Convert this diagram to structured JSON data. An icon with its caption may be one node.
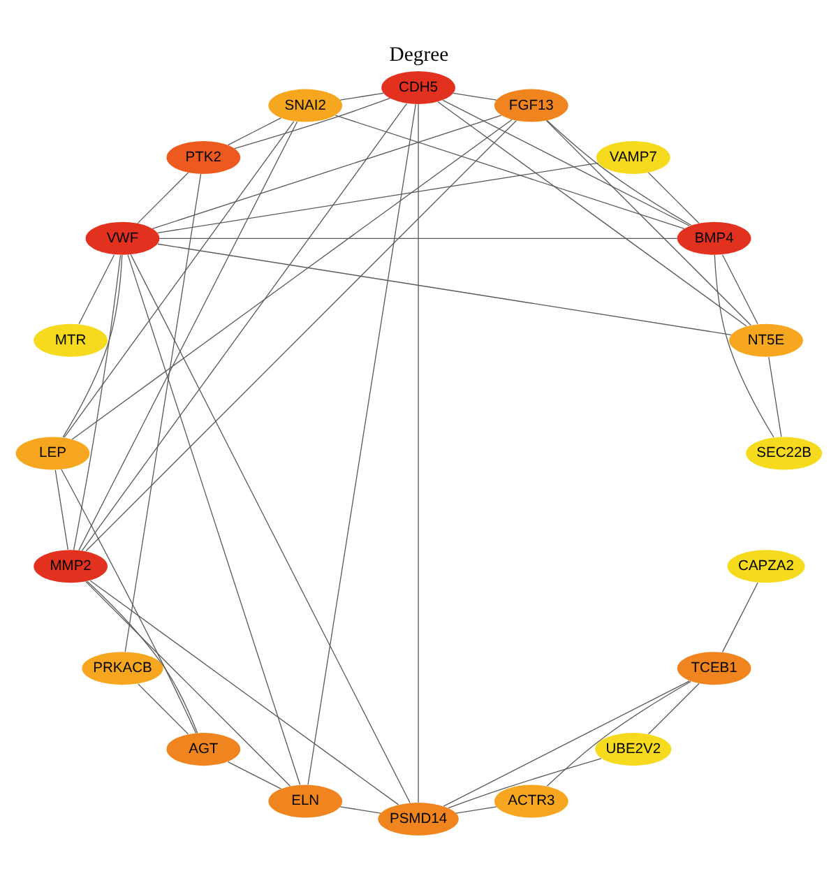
{
  "diagram": {
    "title": "Degree",
    "nodes": [
      {
        "text": [
          "SNAI2"
        ]
      },
      {
        "text": [
          "MMP2"
        ]
      },
      {
        "text": [
          "LEP"
        ]
      },
      {
        "text": [
          "ELN"
        ]
      },
      {
        "text": [
          "FGF13"
        ]
      },
      {
        "text": [
          "PTK2"
        ]
      },
      {
        "text": [
          "NT5E"
        ]
      },
      {
        "text": [
          "PRKACB"
        ]
      },
      {
        "text": [
          "SEC22B"
        ]
      },
      {
        "text": [
          "UBE2V2"
        ]
      },
      {
        "text": [
          "ACTR3"
        ]
      },
      {
        "text": [
          "BMP4"
        ]
      },
      {
        "text": [
          "TCEB1"
        ]
      },
      {
        "text": [
          "VAMP7"
        ]
      },
      {
        "text": [
          "CAPZA2"
        ]
      },
      {
        "text": [
          "MTR"
        ]
      },
      {
        "text": [
          "AGT"
        ]
      },
      {
        "text": [
          "VWF"
        ]
      },
      {
        "text": [
          "CDH5"
        ]
      },
      {
        "text": [
          "PSMD14"
        ]
      }
    ],
    "edges": [
      {
        "from": 0,
        "to": 1,
        "arrow": "none"
      },
      {
        "from": 0,
        "to": 2,
        "arrow": "none"
      },
      {
        "from": 0,
        "to": 11,
        "arrow": "none"
      },
      {
        "from": 0,
        "to": 18,
        "arrow": "none"
      },
      {
        "from": 0,
        "to": 5,
        "arrow": "none"
      },
      {
        "from": 2,
        "to": 1,
        "arrow": "none"
      },
      {
        "from": 2,
        "to": 17,
        "arrow": "none"
      },
      {
        "from": 2,
        "to": 16,
        "arrow": "none"
      },
      {
        "from": 1,
        "to": 3,
        "arrow": "none"
      },
      {
        "from": 1,
        "to": 18,
        "arrow": "none"
      },
      {
        "from": 1,
        "to": 16,
        "arrow": "none"
      },
      {
        "from": 1,
        "to": 19,
        "arrow": "none"
      },
      {
        "from": 1,
        "to": 17,
        "arrow": "none"
      },
      {
        "from": 4,
        "to": 2,
        "arrow": "none"
      },
      {
        "from": 4,
        "to": 1,
        "arrow": "none"
      },
      {
        "from": 4,
        "to": 6,
        "arrow": "none"
      },
      {
        "from": 4,
        "to": 11,
        "arrow": "none"
      },
      {
        "from": 4,
        "to": 17,
        "arrow": "none"
      },
      {
        "from": 4,
        "to": 18,
        "arrow": "none"
      },
      {
        "from": 3,
        "to": 19,
        "arrow": "none"
      },
      {
        "from": 3,
        "to": 18,
        "arrow": "none"
      },
      {
        "from": 3,
        "to": 16,
        "arrow": "none"
      },
      {
        "from": 3,
        "to": 17,
        "arrow": "none"
      },
      {
        "from": 5,
        "to": 7,
        "arrow": "none"
      },
      {
        "from": 5,
        "to": 17,
        "arrow": "none"
      },
      {
        "from": 5,
        "to": 18,
        "arrow": "none"
      },
      {
        "from": 6,
        "to": 8,
        "arrow": "none"
      },
      {
        "from": 6,
        "to": 11,
        "arrow": "none"
      },
      {
        "from": 6,
        "to": 17,
        "arrow": "none"
      },
      {
        "from": 6,
        "to": 18,
        "arrow": "none"
      },
      {
        "from": 7,
        "to": 16,
        "arrow": "none"
      },
      {
        "from": 8,
        "to": 11,
        "arrow": "none"
      },
      {
        "from": 9,
        "to": 19,
        "arrow": "none"
      },
      {
        "from": 9,
        "to": 12,
        "arrow": "none"
      },
      {
        "from": 10,
        "to": 12,
        "arrow": "none"
      },
      {
        "from": 10,
        "to": 19,
        "arrow": "none"
      },
      {
        "from": 11,
        "to": 13,
        "arrow": "none"
      },
      {
        "from": 11,
        "to": 17,
        "arrow": "none"
      },
      {
        "from": 11,
        "to": 18,
        "arrow": "none"
      },
      {
        "from": 12,
        "to": 14,
        "arrow": "none"
      },
      {
        "from": 12,
        "to": 19,
        "arrow": "none"
      },
      {
        "from": 13,
        "to": 17,
        "arrow": "none"
      },
      {
        "from": 15,
        "to": 17,
        "arrow": "none"
      },
      {
        "from": 17,
        "to": 19,
        "arrow": "none"
      },
      {
        "from": 19,
        "to": 18,
        "arrow": "none"
      }
    ]
  }
}
